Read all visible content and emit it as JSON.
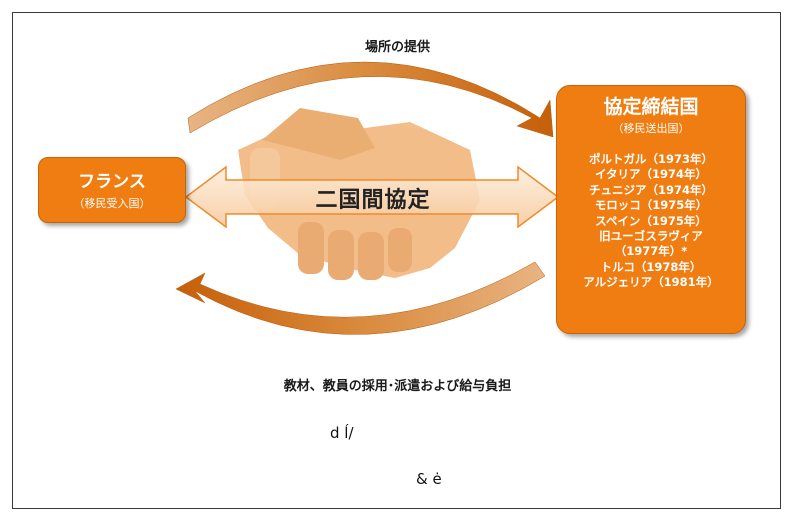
{
  "top_caption": "場所の提供",
  "bottom_caption": "教材、教員の採用･派遣および給与負担",
  "france": {
    "name": "フランス",
    "role": "（移民受入国）"
  },
  "agreement": {
    "label": "二国間協定"
  },
  "partner": {
    "title": "協定締結国",
    "role": "（移民送出国）",
    "countries": [
      "ポルトガル（1973年）",
      "イタリア（1974年）",
      "チュニジア（1974年）",
      "モロッコ（1975年）",
      "スペイン（1975年）",
      "旧ユーゴスラヴィア",
      "（1977年）*",
      "トルコ（1978年）",
      "アルジェリア（1981年）"
    ]
  },
  "garbled": {
    "line1": "d ĺ/",
    "line2": "&   ė"
  },
  "colors": {
    "accent": "#ef7d12",
    "arrow_dark": "#c65f09",
    "arrow_fill": "#fbe0c6",
    "hands": "#f1b87f"
  }
}
